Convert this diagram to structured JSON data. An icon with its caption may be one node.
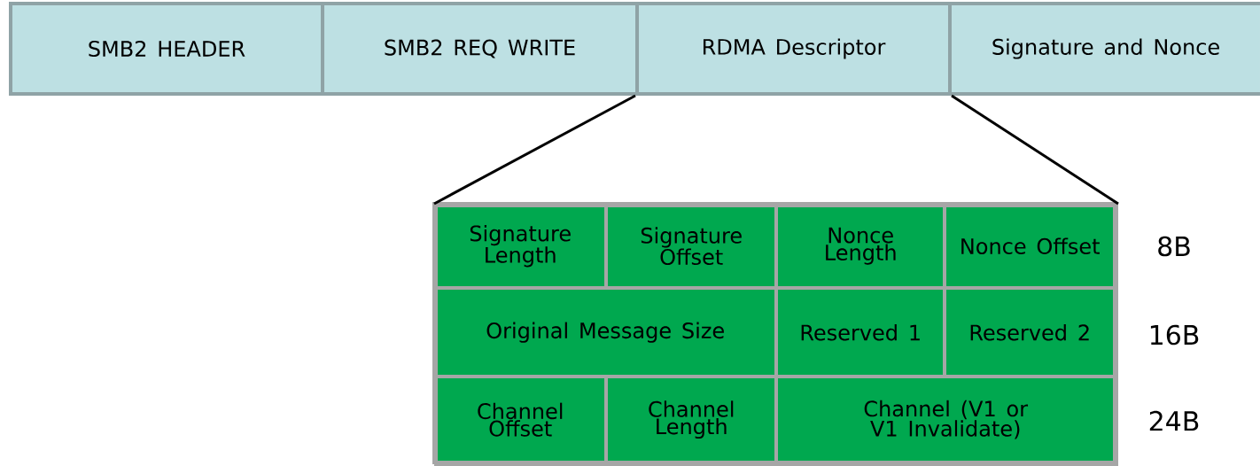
{
  "diagram": {
    "nodes": [
      {
        "text": [
          "SMB2 HEADER"
        ]
      },
      {
        "text": [
          "SMB2 REQ WRITE"
        ]
      },
      {
        "text": [
          "RDMA Descriptor"
        ]
      },
      {
        "text": [
          "Signature and Nonce"
        ]
      },
      {
        "text": [],
        "shape": "box"
      },
      {
        "text": [
          "Signature Length"
        ],
        "in": 4
      },
      {
        "text": [
          "Signature Offset"
        ],
        "in": 4
      },
      {
        "text": [
          "Nonce Length"
        ],
        "in": 4
      },
      {
        "text": [
          "Nonce Offset"
        ],
        "in": 4
      },
      {
        "text": [
          "Original Message Size"
        ],
        "in": 4
      },
      {
        "text": [
          "Reserved 1"
        ],
        "in": 4
      },
      {
        "text": [
          "Reserved 2"
        ],
        "in": 4
      },
      {
        "text": [
          "Channel Offset"
        ],
        "in": 4
      },
      {
        "text": [
          "Channel Length"
        ],
        "in": 4
      },
      {
        "text": [
          "Channel (V1 or V1 Invalidate)"
        ],
        "in": 4
      }
    ],
    "edges": [
      {
        "from": 2,
        "to": 4,
        "arrow": "none"
      },
      {
        "from": 2,
        "to": 4,
        "arrow": "none"
      }
    ],
    "labels": [
      "8B",
      "16B",
      "24B"
    ]
  }
}
